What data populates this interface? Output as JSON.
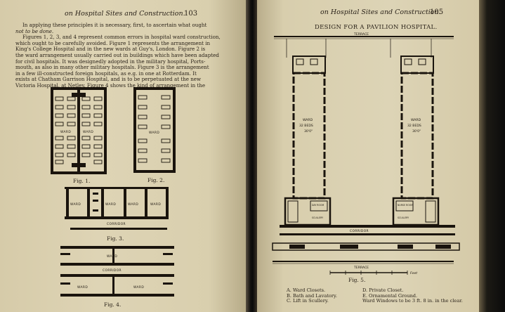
{
  "left_page": {
    "running_head": "on Hospital Sites and Construction.",
    "page_number": "103",
    "paragraph": [
      "In applying these principles it is necessary, first, to ascertain what ought",
      "not to be done.",
      "Figures 1, 2, 3, and 4 represent common errors in hospital ward construction,",
      "which ought to be carefully avoided. Figure 1 represents the arrangement in",
      "King's College Hospital and in the new wards at Guy's, London. Figure 2 is",
      "the ward arrangement usually carried out in buildings which have been adapted",
      "for civil hospitals. It was designedly adopted in the military hospital, Ports-",
      "mouth, as also in many other military hospitals. Figure 3 is the arrangement",
      "in a few ill-constructed foreign hospitals, as e.g. in one at Rotterdam. It",
      "exists at Chatham Garrison Hospital, and is to be perpetuated at the new",
      "Victoria Hospital, at Netley. Figure 4 shows the kind of arrangement in the"
    ],
    "figures": {
      "fig1_caption": "Fig. 1.",
      "fig2_caption": "Fig. 2.",
      "fig3_caption": "Fig. 3.",
      "fig4_caption": "Fig. 4.",
      "ward_label": "WARD",
      "corridor_label": "CORRIDOR"
    }
  },
  "right_page": {
    "running_head": "on Hospital Sites and Construction.",
    "page_number": "105",
    "plate_title": "DESIGN FOR A PAVILION HOSPITAL.",
    "plan": {
      "ward_label": "WARD",
      "ward_beds": "32 BEDS",
      "ward_size": "30'0\"",
      "corridor_label": "CORRIDOR",
      "terrace_label": "TERRACE",
      "scale_label": "Feet",
      "day_room": "DAY ROOM",
      "nurse_room": "NURSE ROOM",
      "scullery": "SCULLERY",
      "figure_caption": "Fig. 5."
    },
    "legend_left": [
      "A. Ward Closets.",
      "B. Bath and Lavatory.",
      "C. Lift in Scullery."
    ],
    "legend_right": [
      "D. Private Closet.",
      "E. Ornamental Ground.",
      "Ward Windows to be 3 ft. 8 in. in the clear."
    ]
  }
}
